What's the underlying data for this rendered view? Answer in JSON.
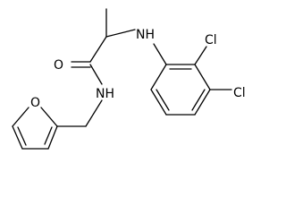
{
  "diagram": {
    "type": "chemical-structure",
    "atom_labels": {
      "carbonyl_oxygen": "O",
      "amine_nh": "NH",
      "amide_nh": "NH",
      "furan_oxygen": "O",
      "chlorine_1": "Cl",
      "chlorine_2": "Cl"
    },
    "colors": {
      "bond": "#000000",
      "label": "#000000",
      "background": "#ffffff"
    }
  }
}
